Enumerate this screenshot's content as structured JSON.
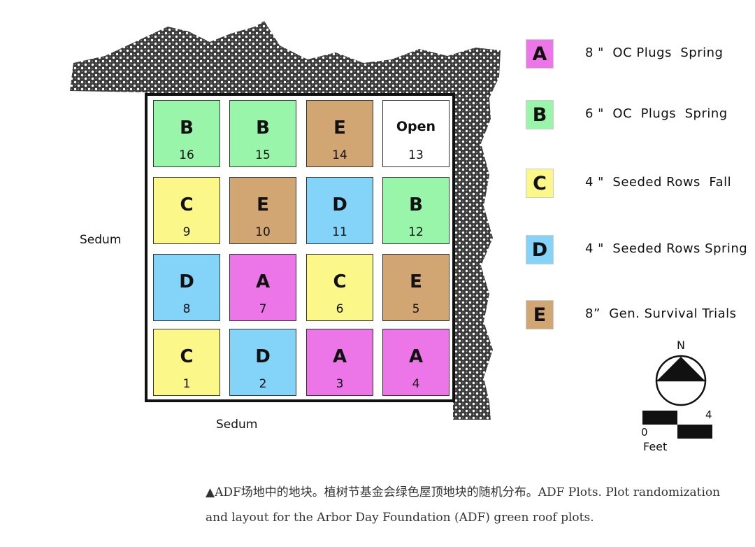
{
  "plots": [
    {
      "letter": "B",
      "num": "16",
      "color": "#98f5aa"
    },
    {
      "letter": "B",
      "num": "15",
      "color": "#98f5aa"
    },
    {
      "letter": "E",
      "num": "14",
      "color": "#d2a672"
    },
    {
      "letter": "Open",
      "num": "13",
      "color": "#ffffff"
    },
    {
      "letter": "C",
      "num": "9",
      "color": "#fcf789"
    },
    {
      "letter": "E",
      "num": "10",
      "color": "#d2a672"
    },
    {
      "letter": "D",
      "num": "11",
      "color": "#84d3f8"
    },
    {
      "letter": "B",
      "num": "12",
      "color": "#98f5aa"
    },
    {
      "letter": "D",
      "num": "8",
      "color": "#84d3f8"
    },
    {
      "letter": "A",
      "num": "7",
      "color": "#ec76e8"
    },
    {
      "letter": "C",
      "num": "6",
      "color": "#fcf789"
    },
    {
      "letter": "E",
      "num": "5",
      "color": "#d2a672"
    },
    {
      "letter": "C",
      "num": "1",
      "color": "#fcf789"
    },
    {
      "letter": "D",
      "num": "2",
      "color": "#84d3f8"
    },
    {
      "letter": "A",
      "num": "3",
      "color": "#ec76e8"
    },
    {
      "letter": "A",
      "num": "4",
      "color": "#ec76e8"
    }
  ],
  "labels": {
    "sedum_left": "Sedum",
    "sedum_bottom": "Sedum"
  },
  "legend": [
    {
      "letter": "A",
      "text": "8 \"  OC Plugs  Spring",
      "color": "#ec76e8"
    },
    {
      "letter": "B",
      "text": "6 \"  OC  Plugs  Spring",
      "color": "#98f5aa"
    },
    {
      "letter": "C",
      "text": "4 \"  Seeded Rows  Fall",
      "color": "#fcf789"
    },
    {
      "letter": "D",
      "text": "4 \"  Seeded Rows Spring",
      "color": "#84d3f8"
    },
    {
      "letter": "E",
      "text": "8”  Gen. Survival Trials",
      "color": "#d2a672"
    }
  ],
  "compass": {
    "north": "N"
  },
  "scale": {
    "start": "0",
    "end": "4",
    "unit": "Feet"
  },
  "caption": "▲ADF场地中的地块。植树节基金会绿色屋顶地块的随机分布。ADF Plots. Plot randomization and layout for the Arbor Day Foundation (ADF) green roof plots."
}
